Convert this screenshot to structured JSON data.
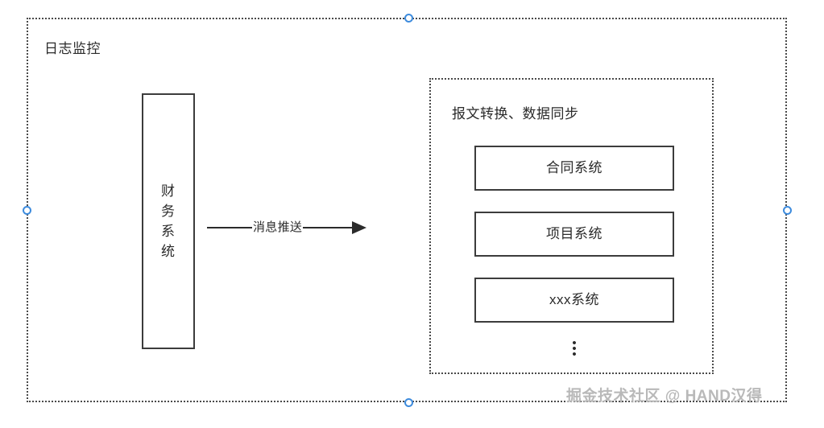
{
  "diagram": {
    "outer_group": {
      "label": "日志监控",
      "border_color": "#4a4a4a"
    },
    "finance_system": {
      "label": "财务系统",
      "border_color": "#3c3c3c"
    },
    "arrow": {
      "label": "消息推送",
      "color": "#2b2b2b"
    },
    "right_group": {
      "label": "报文转换、数据同步",
      "border_color": "#4a4a4a",
      "systems": [
        {
          "label": "合同系统"
        },
        {
          "label": "项目系统"
        },
        {
          "label": "xxx系统"
        }
      ],
      "more_indicator": "⋮"
    },
    "selection": {
      "handle_color": "#3d8bdd",
      "handles": [
        {
          "name": "top-center"
        },
        {
          "name": "left-center"
        },
        {
          "name": "right-center"
        },
        {
          "name": "bottom-center"
        }
      ]
    },
    "watermark": {
      "text": "掘金技术社区 @ HAND汉得",
      "color": "#b9b9b9"
    }
  }
}
